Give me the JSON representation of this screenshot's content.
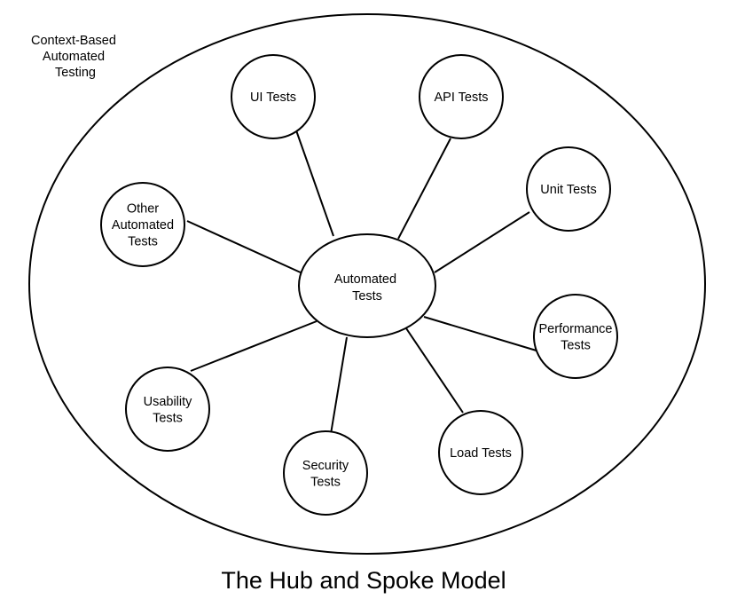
{
  "context": {
    "lines": [
      "Context-Based",
      "Automated",
      "Testing"
    ]
  },
  "title": "The Hub and Spoke Model",
  "hub": {
    "lines": [
      "Automated",
      "Tests"
    ]
  },
  "spokes": [
    {
      "id": "ui-tests",
      "lines": [
        "UI Tests"
      ]
    },
    {
      "id": "api-tests",
      "lines": [
        "API Tests"
      ]
    },
    {
      "id": "unit-tests",
      "lines": [
        "Unit Tests"
      ]
    },
    {
      "id": "performance-tests",
      "lines": [
        "Performance",
        "Tests"
      ]
    },
    {
      "id": "load-tests",
      "lines": [
        "Load Tests"
      ]
    },
    {
      "id": "security-tests",
      "lines": [
        "Security",
        "Tests"
      ]
    },
    {
      "id": "usability-tests",
      "lines": [
        "Usability",
        "Tests"
      ]
    },
    {
      "id": "other-automated-tests",
      "lines": [
        "Other",
        "Automated",
        "Tests"
      ]
    }
  ]
}
